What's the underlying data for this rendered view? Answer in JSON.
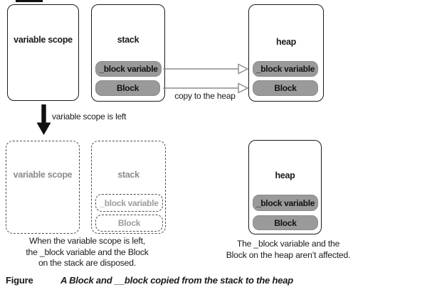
{
  "colors": {
    "box_border": "#1a1a1a",
    "pill_fill": "#9a9a9a",
    "arrow_gray": "#8c8c8c",
    "dashed_border": "#4f4f4f",
    "muted_text": "#8c8c8c",
    "down_arrow": "#111111"
  },
  "top_row": {
    "variable_scope": {
      "label": "variable scope"
    },
    "stack": {
      "label": "stack",
      "items": [
        {
          "label": "_block variable"
        },
        {
          "label": "Block"
        }
      ]
    },
    "heap": {
      "label": "heap",
      "items": [
        {
          "label": "_block variable"
        },
        {
          "label": "Block"
        }
      ]
    },
    "copy_arrow_label": "copy to the heap"
  },
  "transition": {
    "label": "variable scope is left"
  },
  "bottom_row": {
    "variable_scope": {
      "label": "variable scope"
    },
    "stack": {
      "label": "stack",
      "items": [
        {
          "label": "_block variable"
        },
        {
          "label": "Block"
        }
      ]
    },
    "heap": {
      "label": "heap",
      "items": [
        {
          "label": "_block variable"
        },
        {
          "label": "Block"
        }
      ]
    },
    "left_caption": [
      "When the variable scope is left,",
      "the _block variable and the Block",
      "on the stack are disposed."
    ],
    "right_caption": [
      "The _block variable and the",
      "Block on the heap aren’t affected."
    ]
  },
  "figure_caption": {
    "prefix": "Figure",
    "text": "A Block and __block copied from the stack to the heap"
  }
}
